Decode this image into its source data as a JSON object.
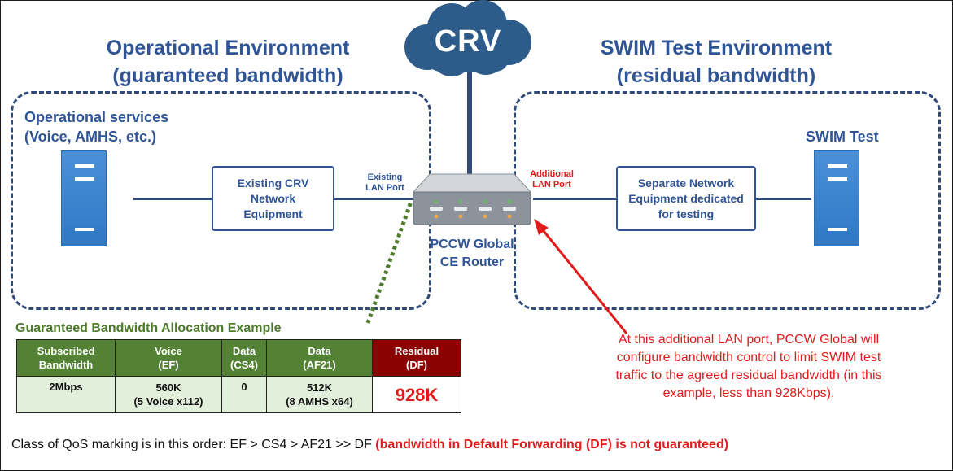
{
  "cloud": {
    "label": "CRV"
  },
  "operational_env": {
    "title_line1": "Operational Environment",
    "title_line2": "(guaranteed bandwidth)"
  },
  "swim_env": {
    "title_line1": "SWIM Test Environment",
    "title_line2": "(residual bandwidth)"
  },
  "operational_services": {
    "line1": "Operational services",
    "line2": "(Voice, AMHS, etc.)"
  },
  "swim_test": {
    "label": "SWIM Test"
  },
  "existing_equipment": {
    "line1": "Existing CRV",
    "line2": "Network",
    "line3": "Equipment"
  },
  "separate_equipment": {
    "line1": "Separate Network",
    "line2": "Equipment dedicated",
    "line3": "for testing"
  },
  "existing_port": {
    "line1": "Existing",
    "line2": "LAN Port"
  },
  "additional_port": {
    "line1": "Additional",
    "line2": "LAN Port"
  },
  "router": {
    "line1": "PCCW Global",
    "line2": "CE Router"
  },
  "allocation": {
    "title": "Guaranteed Bandwidth Allocation Example",
    "headers": [
      {
        "line1": "Subscribed",
        "line2": "Bandwidth"
      },
      {
        "line1": "Voice",
        "line2": "(EF)"
      },
      {
        "line1": "Data",
        "line2": "(CS4)"
      },
      {
        "line1": "Data",
        "line2": "(AF21)"
      },
      {
        "line1": "Residual",
        "line2": "(DF)"
      }
    ],
    "row": [
      {
        "line1": "2Mbps",
        "line2": ""
      },
      {
        "line1": "560K",
        "line2": "(5 Voice x112)"
      },
      {
        "line1": "0",
        "line2": ""
      },
      {
        "line1": "512K",
        "line2": "(8 AMHS x64)"
      },
      {
        "line1": "928K",
        "line2": ""
      }
    ]
  },
  "annotation": {
    "line1": "At this additional LAN port, PCCW Global will",
    "line2": "configure bandwidth control to limit SWIM test",
    "line3": "traffic to the agreed residual bandwidth (in this",
    "line4": "example, less than 928Kbps)."
  },
  "footer": {
    "text": "Class of QoS marking is in this order: EF > CS4 > AF21 >> DF",
    "note": "(bandwidth in Default Forwarding (DF) is not guaranteed)"
  },
  "colors": {
    "title_blue": "#2f5597",
    "server_blue": "#2f78c4",
    "cloud_blue": "#2e5c8a",
    "header_green": "#548235",
    "residual_red": "#8b0000",
    "alert_red": "#e11b1b",
    "dotted_green": "#4e7a2c"
  },
  "icons": [
    "cloud-icon",
    "server-icon",
    "router-icon",
    "arrow-icon"
  ]
}
